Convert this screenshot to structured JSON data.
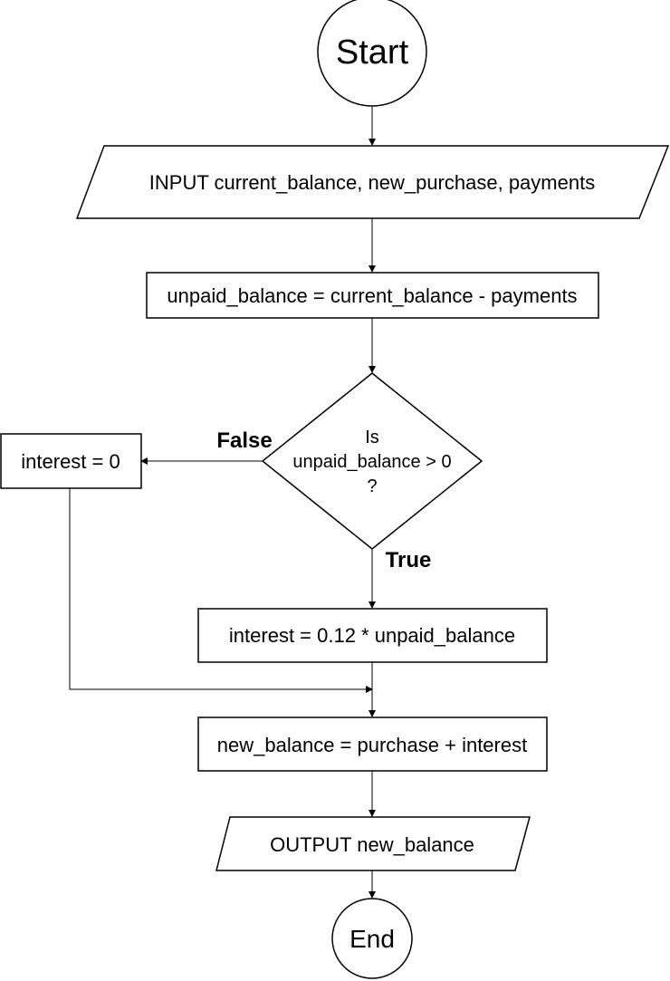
{
  "nodes": {
    "start": "Start",
    "input": "INPUT current_balance, new_purchase, payments",
    "unpaid": "unpaid_balance = current_balance - payments",
    "decision": {
      "line1": "Is",
      "line2": "unpaid_balance > 0",
      "line3": "?"
    },
    "interest_zero": "interest = 0",
    "interest_calc": "interest = 0.12 * unpaid_balance",
    "new_balance": "new_balance = purchase + interest",
    "output": "OUTPUT new_balance",
    "end": "End"
  },
  "edges": {
    "false_label": "False",
    "true_label": "True"
  },
  "colors": {
    "stroke": "#000000",
    "fill": "#ffffff"
  }
}
